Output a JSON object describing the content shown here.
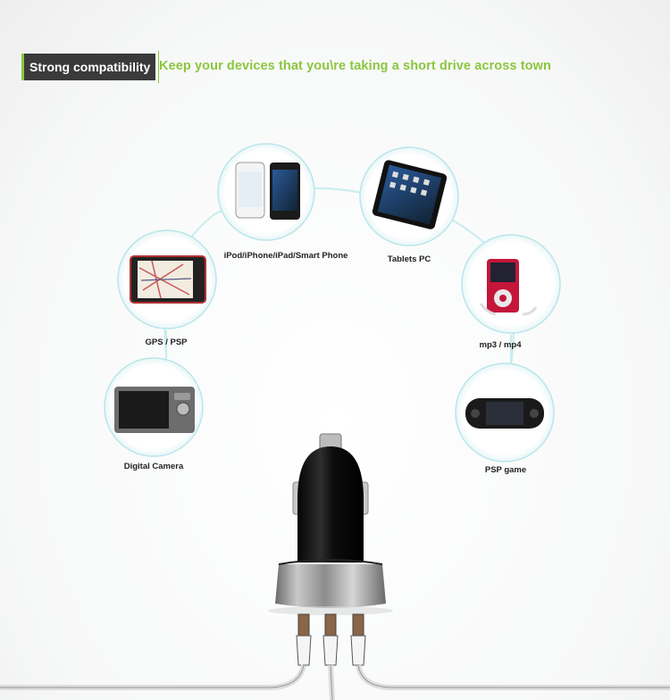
{
  "header": {
    "badge": "Strong compatibility",
    "tagline": "Keep your devices that you\\re taking a short drive across town"
  },
  "devices": [
    {
      "label": "iPod/iPhone/iPad/Smart Phone",
      "icon": "smartphones-icon"
    },
    {
      "label": "Tablets PC",
      "icon": "tablet-icon"
    },
    {
      "label": "GPS / PSP",
      "icon": "gps-navigator-icon"
    },
    {
      "label": "mp3 / mp4",
      "icon": "mp3-player-icon"
    },
    {
      "label": "Digital Camera",
      "icon": "digital-camera-icon"
    },
    {
      "label": "PSP game",
      "icon": "psp-console-icon"
    }
  ],
  "colors": {
    "accent_green": "#8cc63f",
    "circle_ring": "#bfe9ec",
    "badge_bg": "#3a3a3a"
  }
}
